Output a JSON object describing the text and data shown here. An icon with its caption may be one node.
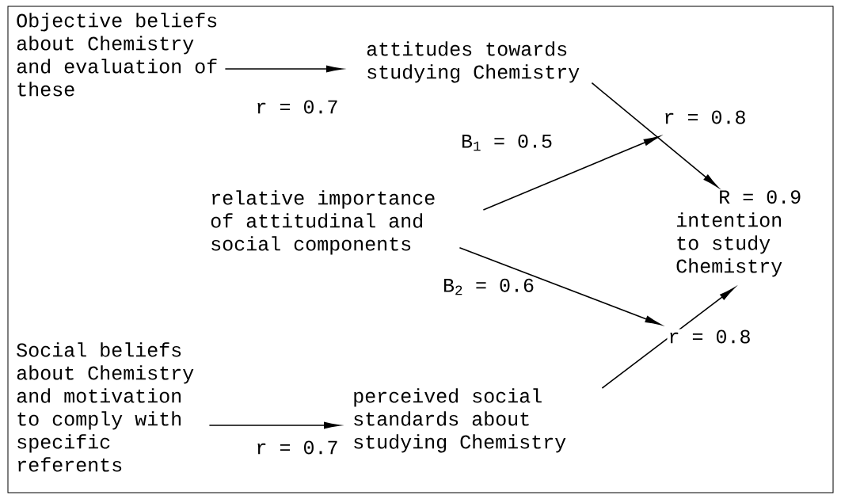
{
  "diagram": {
    "nodes": [
      {
        "text": [
          "Objective beliefs about Chemistry and evaluation of these"
        ]
      },
      {
        "text": [
          "attitudes towards studying Chemistry"
        ]
      },
      {
        "text": [
          "relative importance of attitudinal and social components"
        ]
      },
      {
        "text": [
          "intention to study Chemistry"
        ],
        "beside": [
          "R = 0.9"
        ]
      },
      {
        "text": [
          "Social beliefs about Chemistry and motivation to comply with specific referents"
        ]
      },
      {
        "text": [
          "perceived social standards about studying Chemistry"
        ]
      }
    ],
    "edges": [
      {
        "from": 0,
        "to": 1,
        "arrow": "to",
        "label": "r = 0.7"
      },
      {
        "from": 1,
        "to": 3,
        "arrow": "to",
        "label": "r = 0.8"
      },
      {
        "from": 2,
        "to": null,
        "arrow": "to",
        "label": "B$_{1}$ = 0.5"
      },
      {
        "from": 2,
        "to": null,
        "arrow": "to",
        "label": "B$_{2}$ = 0.6"
      },
      {
        "from": 5,
        "to": 3,
        "arrow": "to",
        "label": "r = 0.8"
      },
      {
        "from": 4,
        "to": 5,
        "arrow": "to",
        "label": "r = 0.7"
      }
    ]
  }
}
